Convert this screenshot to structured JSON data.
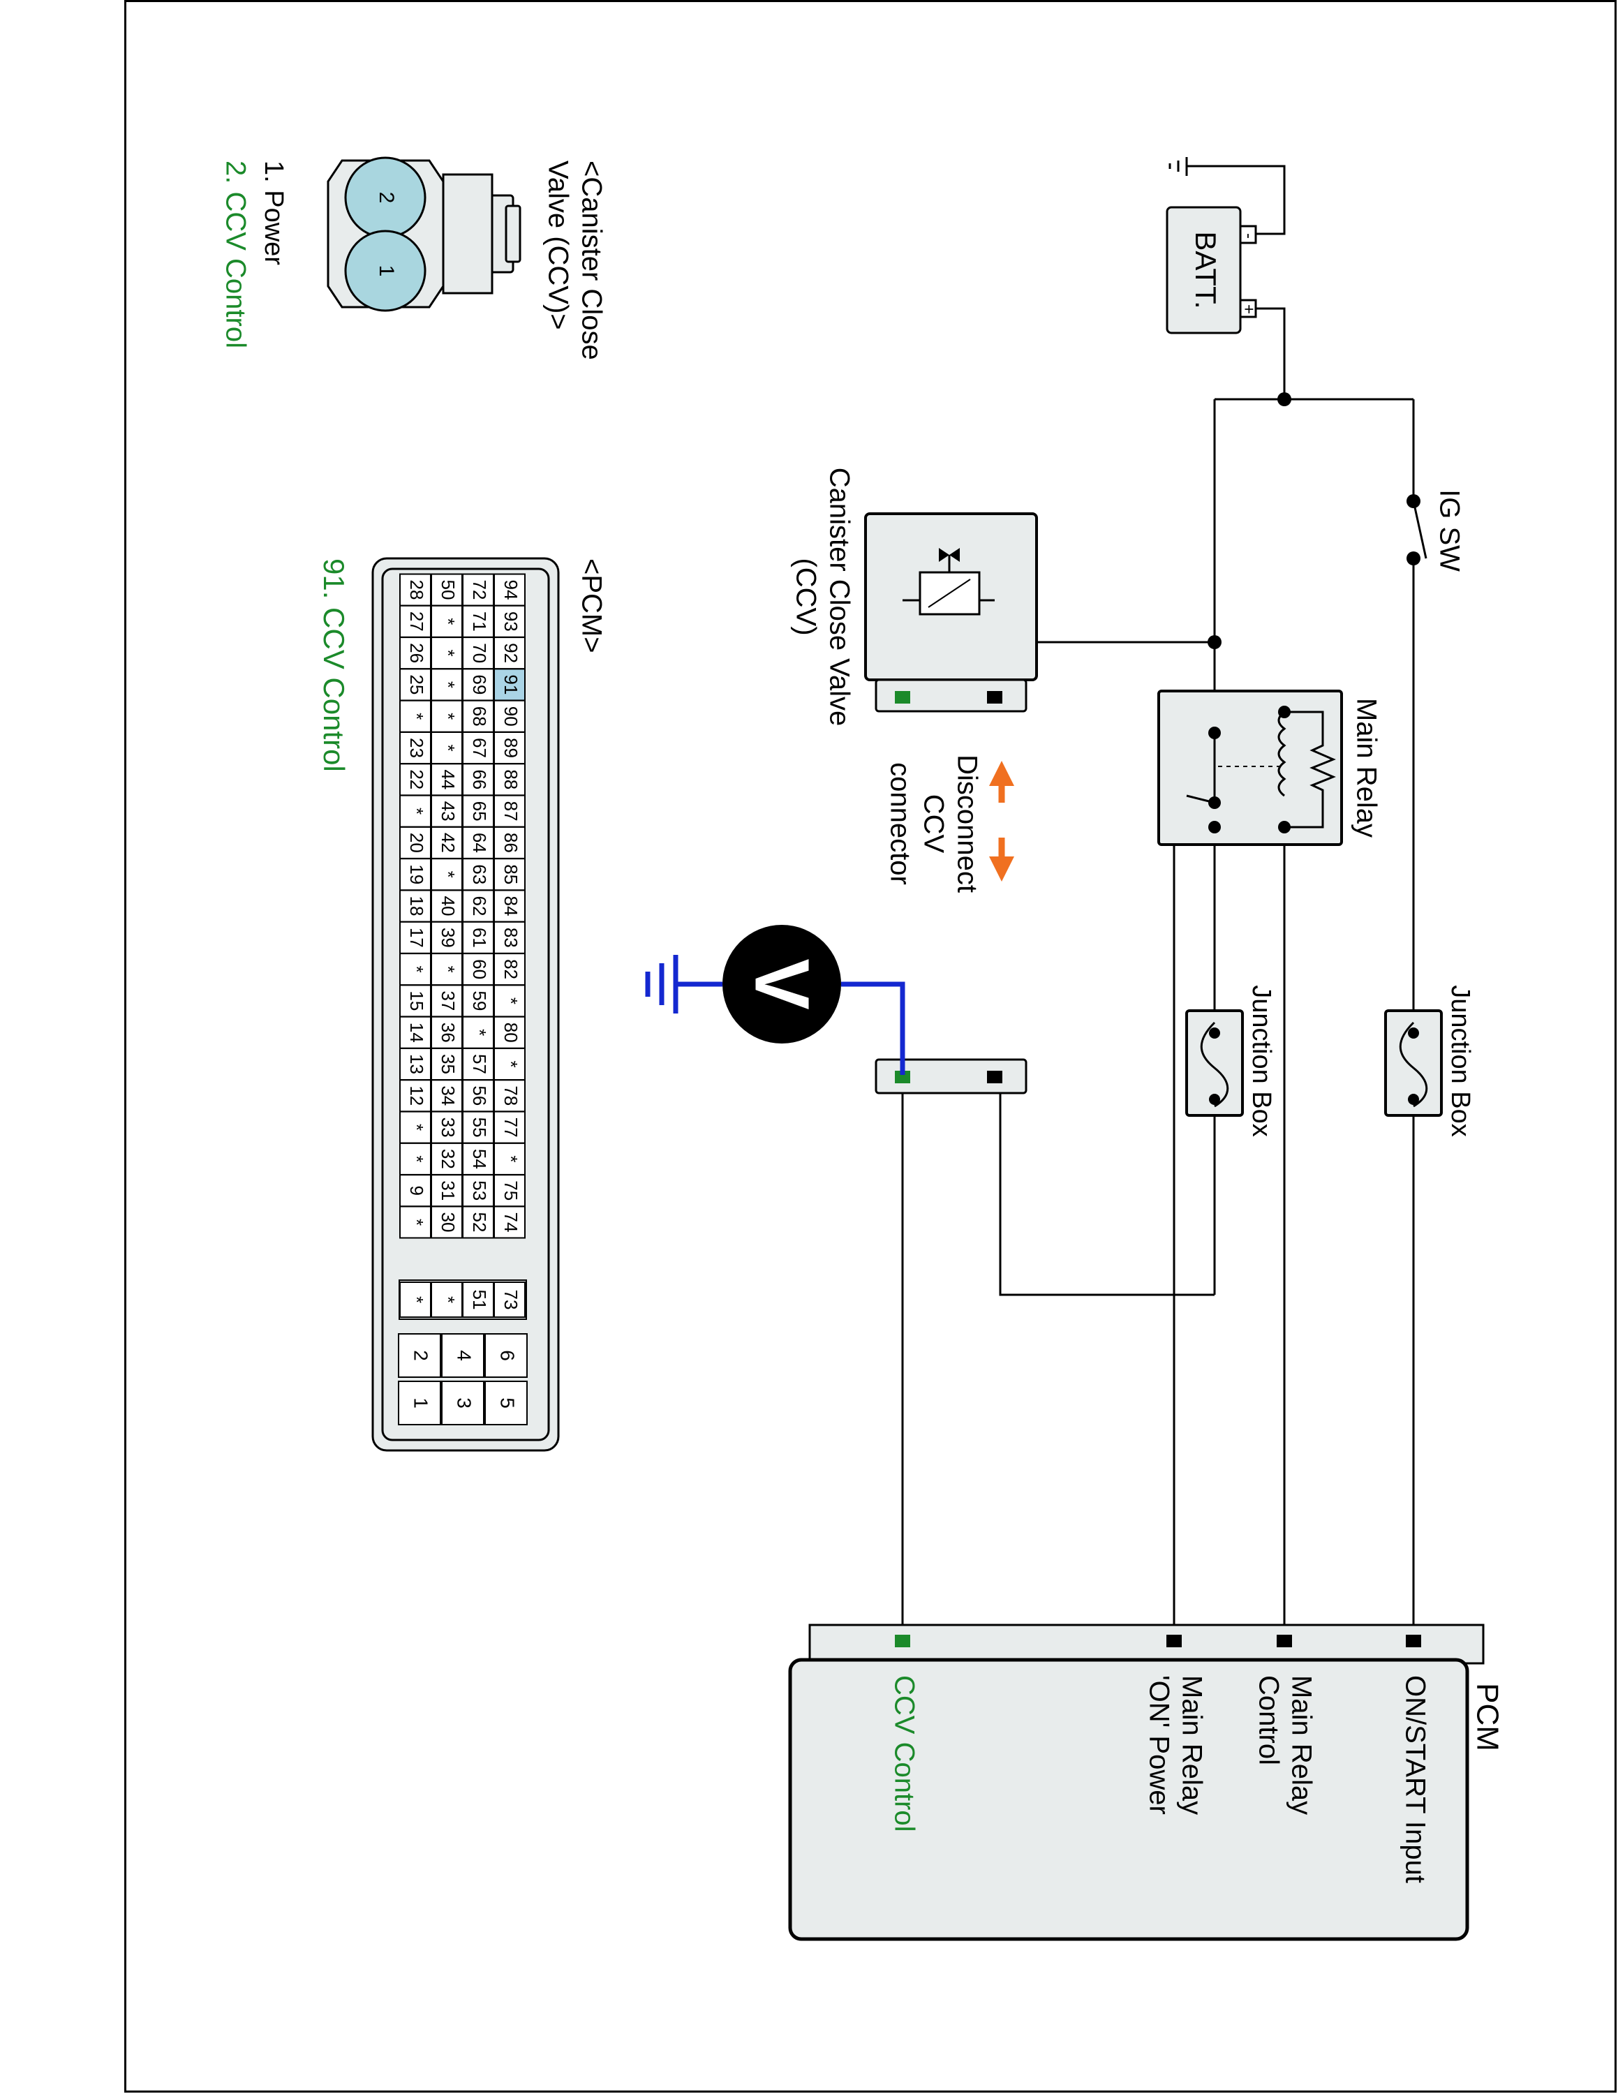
{
  "colors": {
    "wire": "#000000",
    "accent_green": "#1b8a2a",
    "meter_lead": "#1428d0",
    "disconnect_arrow": "#f07020",
    "connector_fill": "#e8ecec",
    "pin_fill": "#a9d6df",
    "pin_highlight": "#aad4e6"
  },
  "labels": {
    "batt": "BATT.",
    "batt_minus": "-",
    "batt_plus": "+",
    "ig_sw": "IG SW",
    "main_relay": "Main Relay",
    "junction_box_1": "Junction Box",
    "junction_box_2": "Junction Box",
    "ccv_component": [
      "Canister Close Valve",
      "(CCV)"
    ],
    "disconnect_note": [
      "Disconnect",
      "CCV",
      "connector"
    ],
    "voltmeter": "V",
    "pcm_title": "PCM",
    "pcm_pins": {
      "on_start": "ON/START Input",
      "relay_control": [
        "Main Relay",
        "Control"
      ],
      "relay_on_power": [
        "Main Relay",
        "'ON' Power"
      ],
      "ccv_control": "CCV Control"
    }
  },
  "ccv_connector_view": {
    "title": [
      "<Canister Close",
      "Valve (CCV)>"
    ],
    "pins": [
      "1",
      "2"
    ],
    "legend": [
      "1. Power",
      "2. CCV Control"
    ]
  },
  "pcm_connector_view": {
    "title": "<PCM>",
    "highlight_pin": "91",
    "legend": "91. CCV Control",
    "rows": [
      [
        "94",
        "93",
        "92",
        "91",
        "90",
        "89",
        "88",
        "87",
        "86",
        "85",
        "84",
        "83",
        "82",
        "*",
        "80",
        "*",
        "78",
        "77",
        "*",
        "75",
        "74"
      ],
      [
        "72",
        "71",
        "70",
        "69",
        "68",
        "67",
        "66",
        "65",
        "64",
        "63",
        "62",
        "61",
        "60",
        "59",
        "*",
        "57",
        "56",
        "55",
        "54",
        "53",
        "52"
      ],
      [
        "50",
        "*",
        "*",
        "*",
        "*",
        "*",
        "44",
        "43",
        "42",
        "*",
        "40",
        "39",
        "*",
        "37",
        "36",
        "35",
        "34",
        "33",
        "32",
        "31",
        "30"
      ],
      [
        "28",
        "27",
        "26",
        "25",
        "*",
        "23",
        "22",
        "*",
        "20",
        "19",
        "18",
        "17",
        "*",
        "15",
        "14",
        "13",
        "12",
        "*",
        "*",
        "9",
        "*"
      ]
    ],
    "extra_col": [
      "73",
      "51",
      "*",
      "*"
    ],
    "power_pins": [
      [
        "6",
        "4",
        "2"
      ],
      [
        "5",
        "3",
        "1"
      ]
    ]
  }
}
